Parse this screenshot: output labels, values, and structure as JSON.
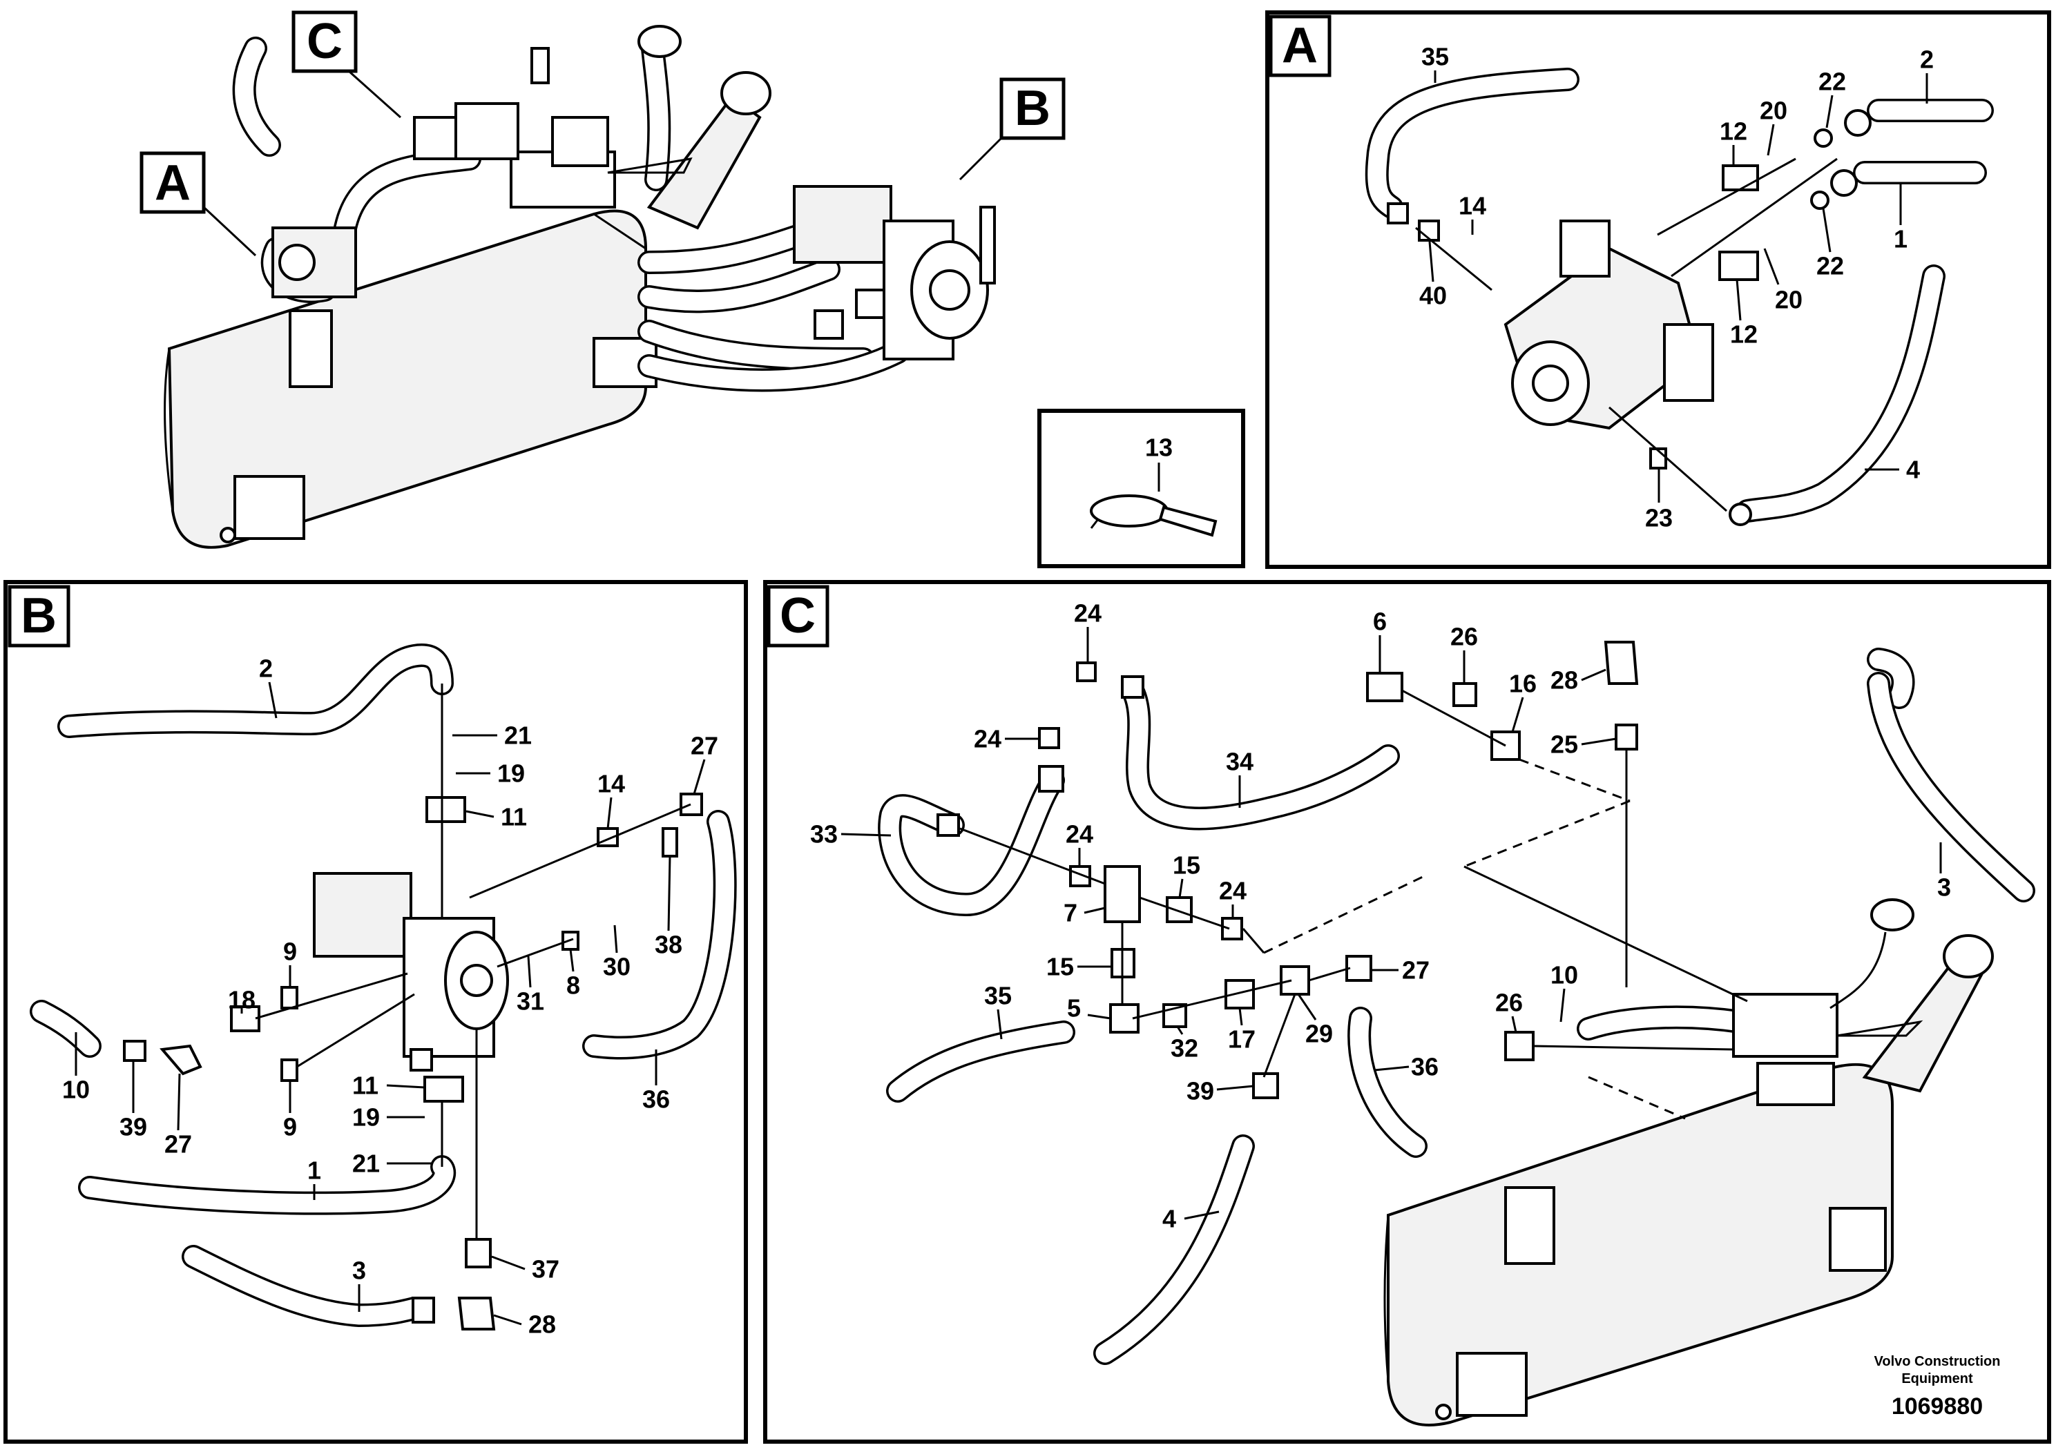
{
  "views": {
    "A": {
      "tag": "A"
    },
    "B": {
      "tag": "B"
    },
    "C": {
      "tag": "C"
    }
  },
  "overview": {
    "callout_A": "A",
    "callout_B": "B",
    "callout_C": "C"
  },
  "detail_13": {
    "label": "13"
  },
  "labels_A": [
    "35",
    "2",
    "22",
    "20",
    "12",
    "14",
    "1",
    "40",
    "22",
    "20",
    "12",
    "4",
    "23"
  ],
  "labels_B": [
    "2",
    "21",
    "19",
    "11",
    "27",
    "14",
    "38",
    "30",
    "8",
    "31",
    "9",
    "18",
    "10",
    "39",
    "27",
    "9",
    "11",
    "19",
    "21",
    "1",
    "36",
    "3",
    "37",
    "28"
  ],
  "labels_C": [
    "24",
    "6",
    "26",
    "16",
    "28",
    "24",
    "34",
    "25",
    "33",
    "24",
    "15",
    "24",
    "7",
    "3",
    "15",
    "35",
    "5",
    "32",
    "17",
    "29",
    "27",
    "10",
    "26",
    "39",
    "36",
    "4"
  ],
  "footer": {
    "brand_line1": "Volvo Construction",
    "brand_line2": "Equipment",
    "doc_number": "1069880"
  }
}
